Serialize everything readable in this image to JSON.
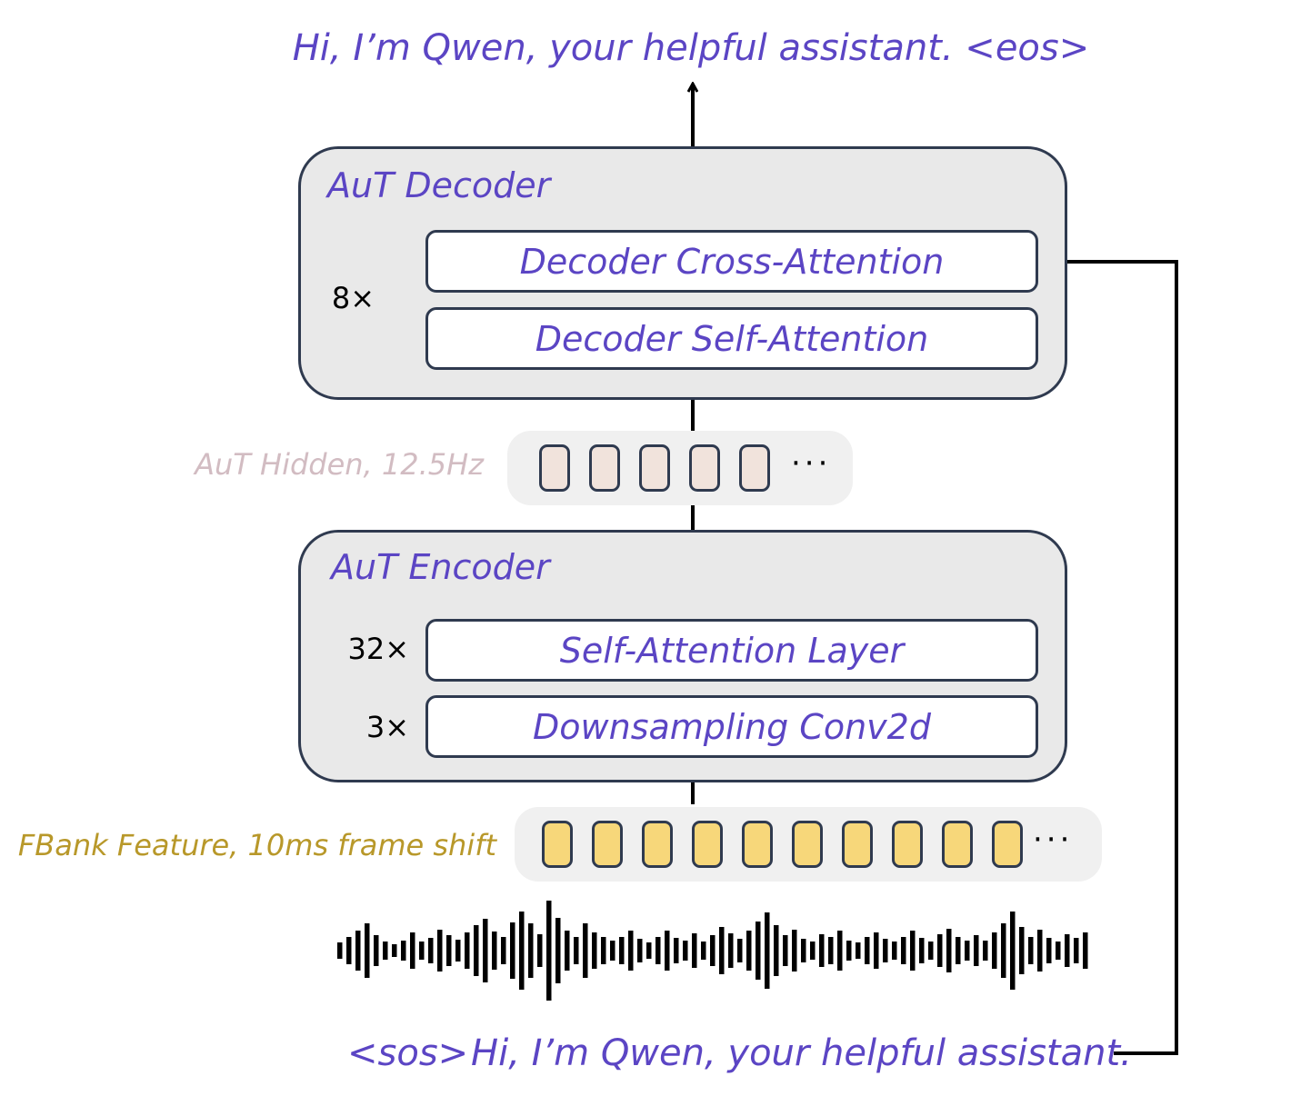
{
  "output_text": "Hi, I’m Qwen, your helpful assistant. <eos>",
  "decoder": {
    "title": "AuT Decoder",
    "repeat": "8×",
    "cross_attention_label": "Decoder Cross-Attention",
    "self_attention_label": "Decoder Self-Attention"
  },
  "hidden": {
    "label": "AuT Hidden, 12.5Hz",
    "token_count": 5,
    "ellipsis": "···",
    "token_color": "#f1e3dc"
  },
  "encoder": {
    "title": "AuT Encoder",
    "self_attention_repeat": "32×",
    "self_attention_label": "Self-Attention Layer",
    "conv_repeat": "3×",
    "conv_label": "Downsampling Conv2d"
  },
  "fbank": {
    "label": "FBank Feature, 10ms frame shift",
    "token_count": 10,
    "ellipsis": "···",
    "token_color": "#f7d77a"
  },
  "input_sos": "<sos>",
  "input_text": "Hi, I’m Qwen, your helpful assistant.",
  "colors": {
    "accent": "#5b45c4",
    "hidden_label": "#d2bcc2",
    "fbank_label": "#b8982a",
    "outline": "#2f3a4f"
  }
}
